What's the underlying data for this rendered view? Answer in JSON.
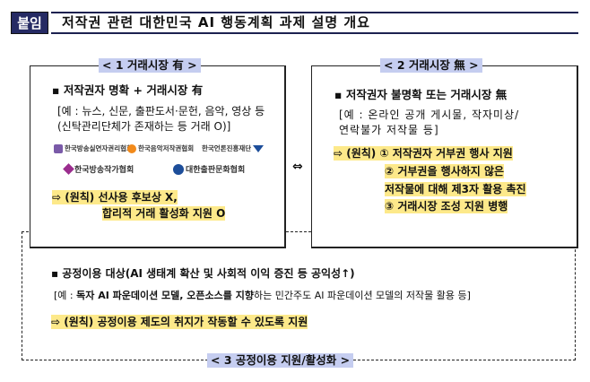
{
  "header": {
    "badge": "붙임",
    "title": "저작권 관련 대한민국 AI 행동계획 과제 설명 개요"
  },
  "section1": {
    "tag": "< 1 거래시장 有 >",
    "heading": "▪ 저작권자 명확 + 거래시장 有",
    "example_line1": "[예 : 뉴스, 신문, 출판도서·문헌, 음악, 영상 등",
    "example_line2": "(신탁관리단체가 존재하는 등 거래 O)]",
    "logos": [
      "한국방송실연자권리협회",
      "한국음악저작권협회",
      "한국언론진흥재단",
      "한국방송작가협회",
      "대한출판문화협회"
    ],
    "principle_line1": "⇨ (원칙) 선사용 후보상 X,",
    "principle_line2": "합리적 거래 활성화 지원 O"
  },
  "middle_arrow": "⇔",
  "section2": {
    "tag": "< 2 거래시장 無 >",
    "heading": "▪ 저작권자 불명확 또는 거래시장 無",
    "example_line1": "[예 : 온라인 공개 게시물, 작자미상/",
    "example_line2": "연락불가 저작물 등]",
    "principle_line1": "⇨ (원칙) ① 저작권자 거부권 행사 지원",
    "principle_line2": "② 거부권을 행사하지 않은",
    "principle_line3": "저작물에 대해 제3자 활용 촉진",
    "principle_line4": "③ 거래시장 조성 지원 병행"
  },
  "section3": {
    "tag": "< 3 공정이용 지원/활성화 >",
    "heading": "▪ 공정이용 대상(AI 생태계 확산 및 사회적 이익 증진 등 공익성↑)",
    "example_prefix": "[예 : ",
    "example_bold1": "독자 AI 파운데이션 모델, 오픈소스를 지향",
    "example_rest": "하는 민간주도 AI 파운데이션 모델의 저작물 활용 등]",
    "principle": "⇨ (원칙) 공정이용 제도의 취지가 작동할 수 있도록 지원"
  },
  "colors": {
    "badge_bg": "#252a63",
    "tag_bg": "#c5cdf0",
    "highlight": "#fde98a"
  }
}
